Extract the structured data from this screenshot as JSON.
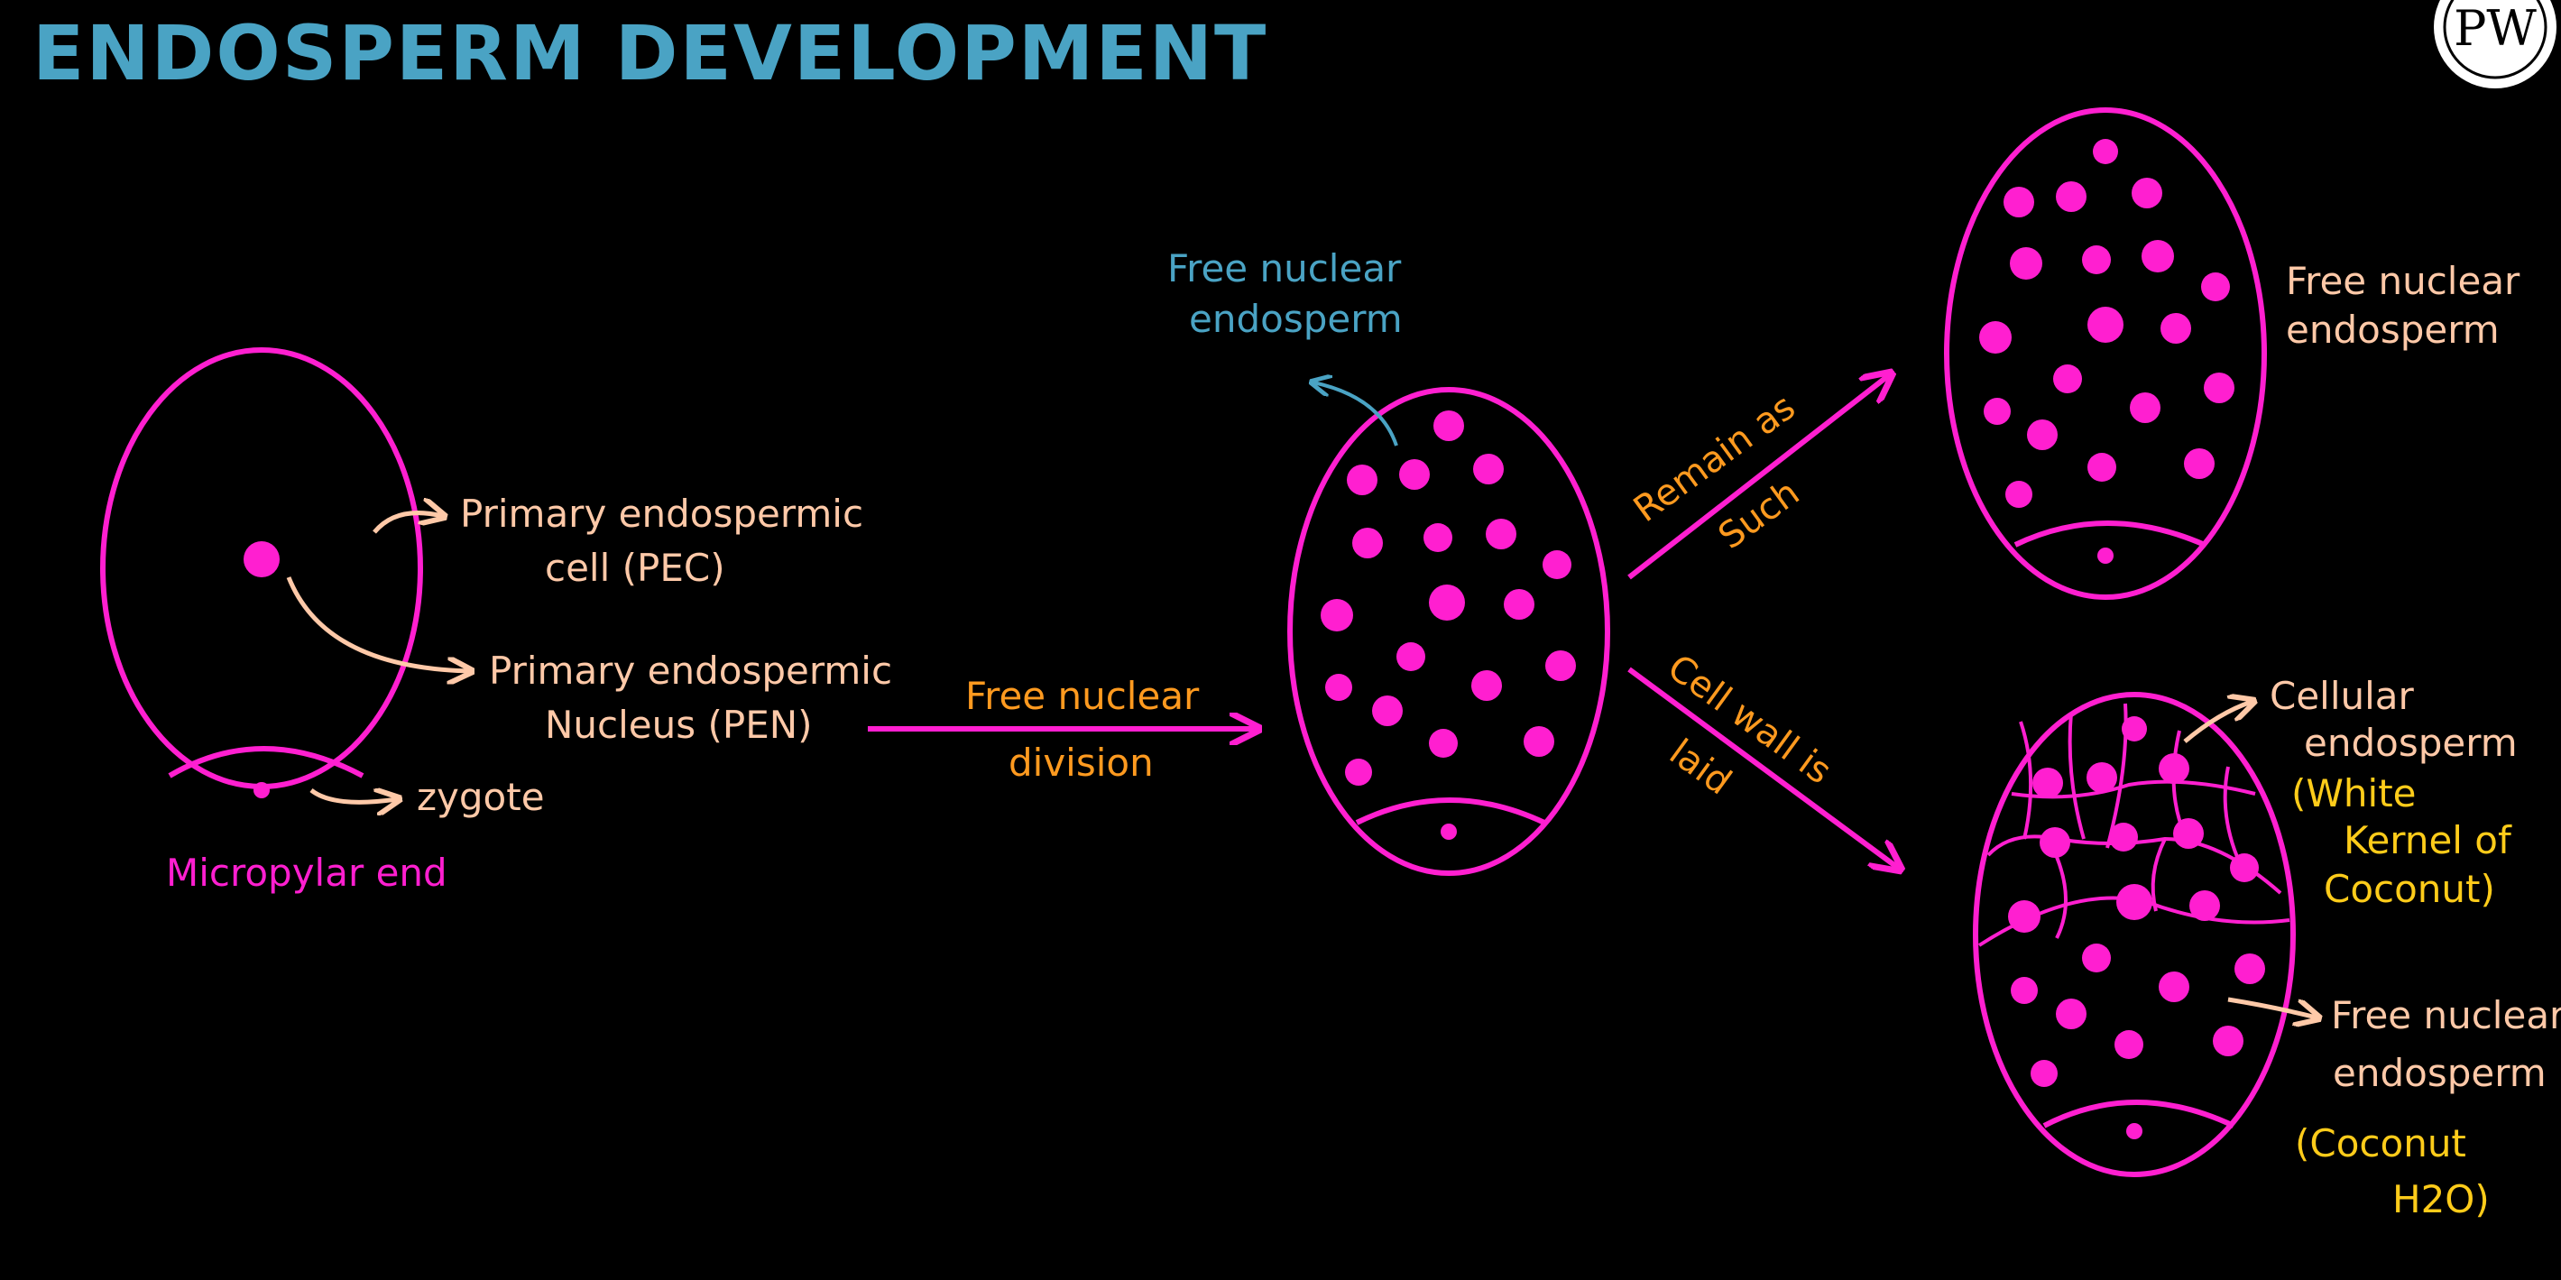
{
  "title": "ENDOSPERM DEVELOPMENT",
  "logo": {
    "text": "PW",
    "icon": "pw-logo-icon"
  },
  "colors": {
    "background": "#000000",
    "cell": "#ff1fd0",
    "title": "#4aa3c4",
    "peach": "#ffc9a8",
    "orange": "#ff9a1f",
    "yellow": "#ffcc1a",
    "blue": "#4aa3c4"
  },
  "stage1": {
    "pec_label_line1": "Primary endospermic",
    "pec_label_line2": "cell (PEC)",
    "pen_label_line1": "Primary endospermic",
    "pen_label_line2": "Nucleus (PEN)",
    "zygote_label": "zygote",
    "micropylar_label": "Micropylar end"
  },
  "process": {
    "division_line1": "Free nuclear",
    "division_line2": "division"
  },
  "stage2": {
    "label_line1": "Free nuclear",
    "label_line2": "endosperm"
  },
  "branch_top": {
    "arrow_line1": "Remain as",
    "arrow_line2": "Such",
    "result_line1": "Free nuclear",
    "result_line2": "endosperm"
  },
  "branch_bottom": {
    "arrow_line1": "Cell wall is",
    "arrow_line2": "laid",
    "cellular_line1": "Cellular",
    "cellular_line2": "endosperm",
    "white_line1": "(White",
    "white_line2": "Kernel of",
    "white_line3": "Coconut)",
    "free_line1": "Free nuclear",
    "free_line2": "endosperm",
    "water_line1": "(Coconut",
    "water_line2": "H2O)"
  }
}
